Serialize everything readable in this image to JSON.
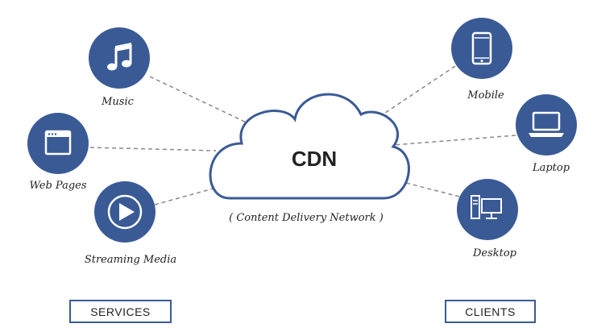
{
  "colors": {
    "node": "#3a5a96",
    "cloud_stroke": "#3a5a96",
    "line": "#8a8a8a",
    "text": "#222222"
  },
  "cloud": {
    "title": "CDN",
    "subtitle": "( Content Delivery Network )"
  },
  "services": {
    "label": "SERVICES",
    "items": [
      {
        "label": "Music",
        "icon": "music-note-icon"
      },
      {
        "label": "Web Pages",
        "icon": "browser-window-icon"
      },
      {
        "label": "Streaming Media",
        "icon": "play-icon"
      }
    ]
  },
  "clients": {
    "label": "CLIENTS",
    "items": [
      {
        "label": "Mobile",
        "icon": "mobile-phone-icon"
      },
      {
        "label": "Laptop",
        "icon": "laptop-icon"
      },
      {
        "label": "Desktop",
        "icon": "desktop-computer-icon"
      }
    ]
  }
}
